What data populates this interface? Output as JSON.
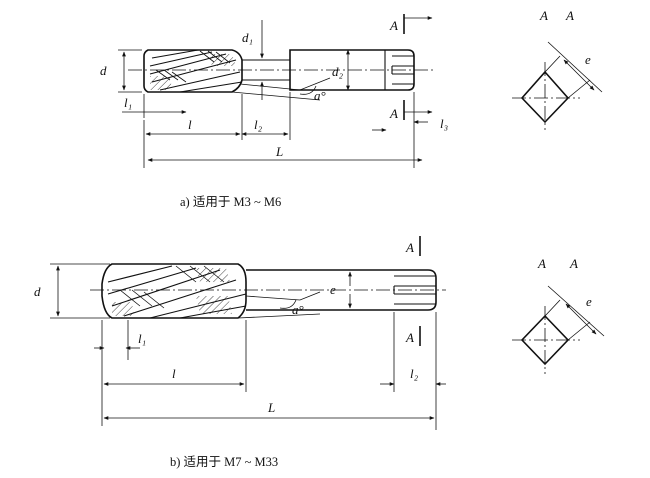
{
  "figure_a": {
    "caption": "a) 适用于 M3 ~ M6",
    "labels": {
      "d": "d",
      "l1": "l₁",
      "l": "l",
      "l2_bottom": "l₂",
      "L": "L",
      "d1": "d₁",
      "a_angle": "a°",
      "d2": "d₂",
      "A_top": "A",
      "A_bottom": "A",
      "l3": "l₃"
    },
    "section": {
      "A_left": "A",
      "A_right": "A",
      "e": "e"
    }
  },
  "figure_b": {
    "caption": "b) 适用于 M7 ~ M33",
    "labels": {
      "d": "d",
      "l1": "l₁",
      "l": "l",
      "l2": "l₂",
      "L": "L",
      "a_angle": "a°",
      "e_mid": "e",
      "A_top": "A",
      "A_bottom": "A"
    },
    "section": {
      "A_left": "A",
      "A_right": "A",
      "e": "e"
    }
  }
}
